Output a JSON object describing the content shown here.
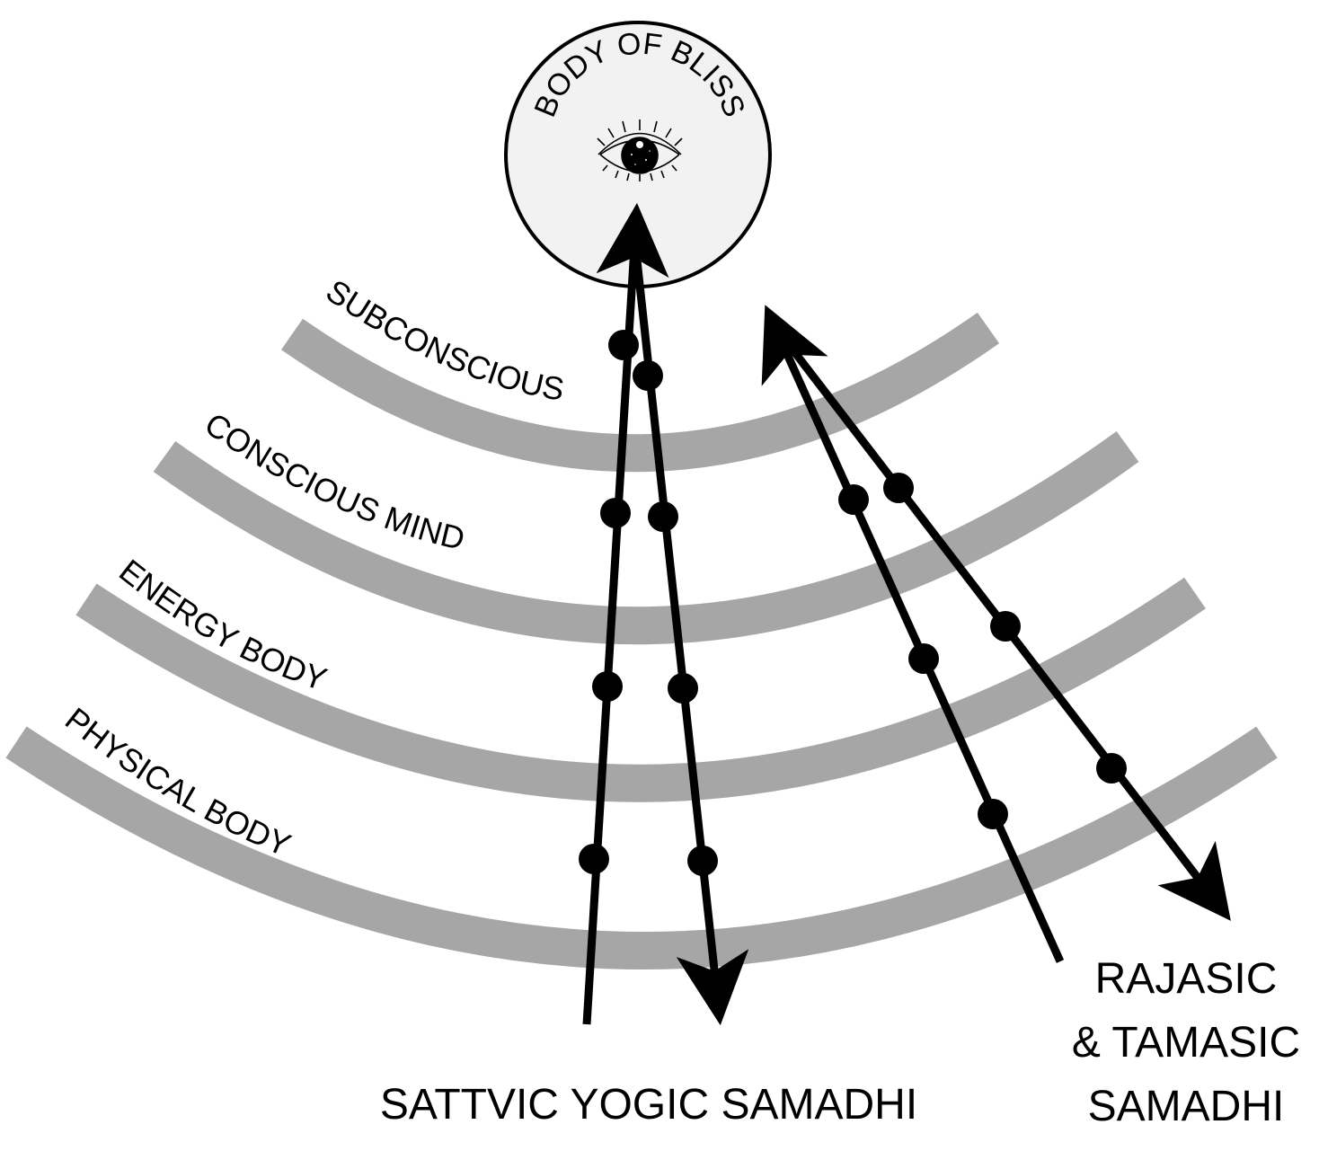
{
  "colors": {
    "band": "#a6a6a6",
    "circle_fill": "#f2f2f2",
    "ink": "#000000",
    "background": "#ffffff"
  },
  "center": {
    "title": "BODY OF BLISS",
    "icon": "eye-icon"
  },
  "layers": [
    {
      "id": "subconscious",
      "label": "SUBCONSCIOUS"
    },
    {
      "id": "conscious-mind",
      "label": "CONSCIOUS MIND"
    },
    {
      "id": "energy-body",
      "label": "ENERGY BODY"
    },
    {
      "id": "physical-body",
      "label": "PHYSICAL BODY"
    }
  ],
  "paths": {
    "sattvic": {
      "label": "SATTVIC YOGIC SAMADHI",
      "dots_per_line": 4
    },
    "rajasic": {
      "label_lines": [
        "RAJASIC",
        "& TAMASIC",
        "SAMADHI"
      ],
      "dots_per_line": 3
    }
  }
}
